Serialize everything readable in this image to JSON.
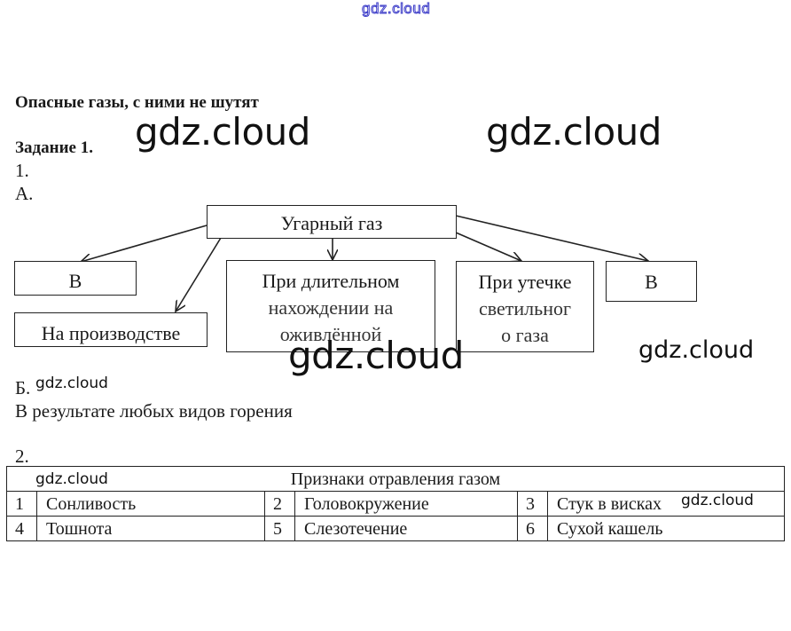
{
  "watermarks": {
    "top": "gdz.cloud",
    "big_left": "gdz.cloud",
    "big_right": "gdz.cloud",
    "center": "gdz.cloud",
    "right": "gdz.cloud",
    "b_label": "gdz.cloud",
    "table_head": "gdz.cloud",
    "table_row": "gdz.cloud"
  },
  "document": {
    "title": "Опасные газы, с ними не шутят",
    "task": "Задание 1.",
    "item1": "1.",
    "partA": "А.",
    "diagram": {
      "root": "Угарный газ",
      "nodes": [
        {
          "id": "b-left",
          "text": "В"
        },
        {
          "id": "production",
          "text": "На производстве"
        },
        {
          "id": "long-stay",
          "lines": [
            "При длительном",
            "нахождении на",
            "оживлённой"
          ]
        },
        {
          "id": "leak",
          "lines": [
            "При утечке",
            "светильног",
            "о газа"
          ]
        },
        {
          "id": "b-right",
          "text": "В"
        }
      ]
    },
    "partB": "Б.",
    "partB_answer": "В результате любых видов горения",
    "item2": "2.",
    "table": {
      "header": "Признаки отравления газом",
      "rows": [
        [
          {
            "n": "1",
            "t": "Сонливость"
          },
          {
            "n": "2",
            "t": "Головокружение"
          },
          {
            "n": "3",
            "t": "Стук в висках"
          }
        ],
        [
          {
            "n": "4",
            "t": "Тошнота"
          },
          {
            "n": "5",
            "t": "Слезотечение"
          },
          {
            "n": "6",
            "t": "Сухой кашель"
          }
        ]
      ]
    }
  }
}
